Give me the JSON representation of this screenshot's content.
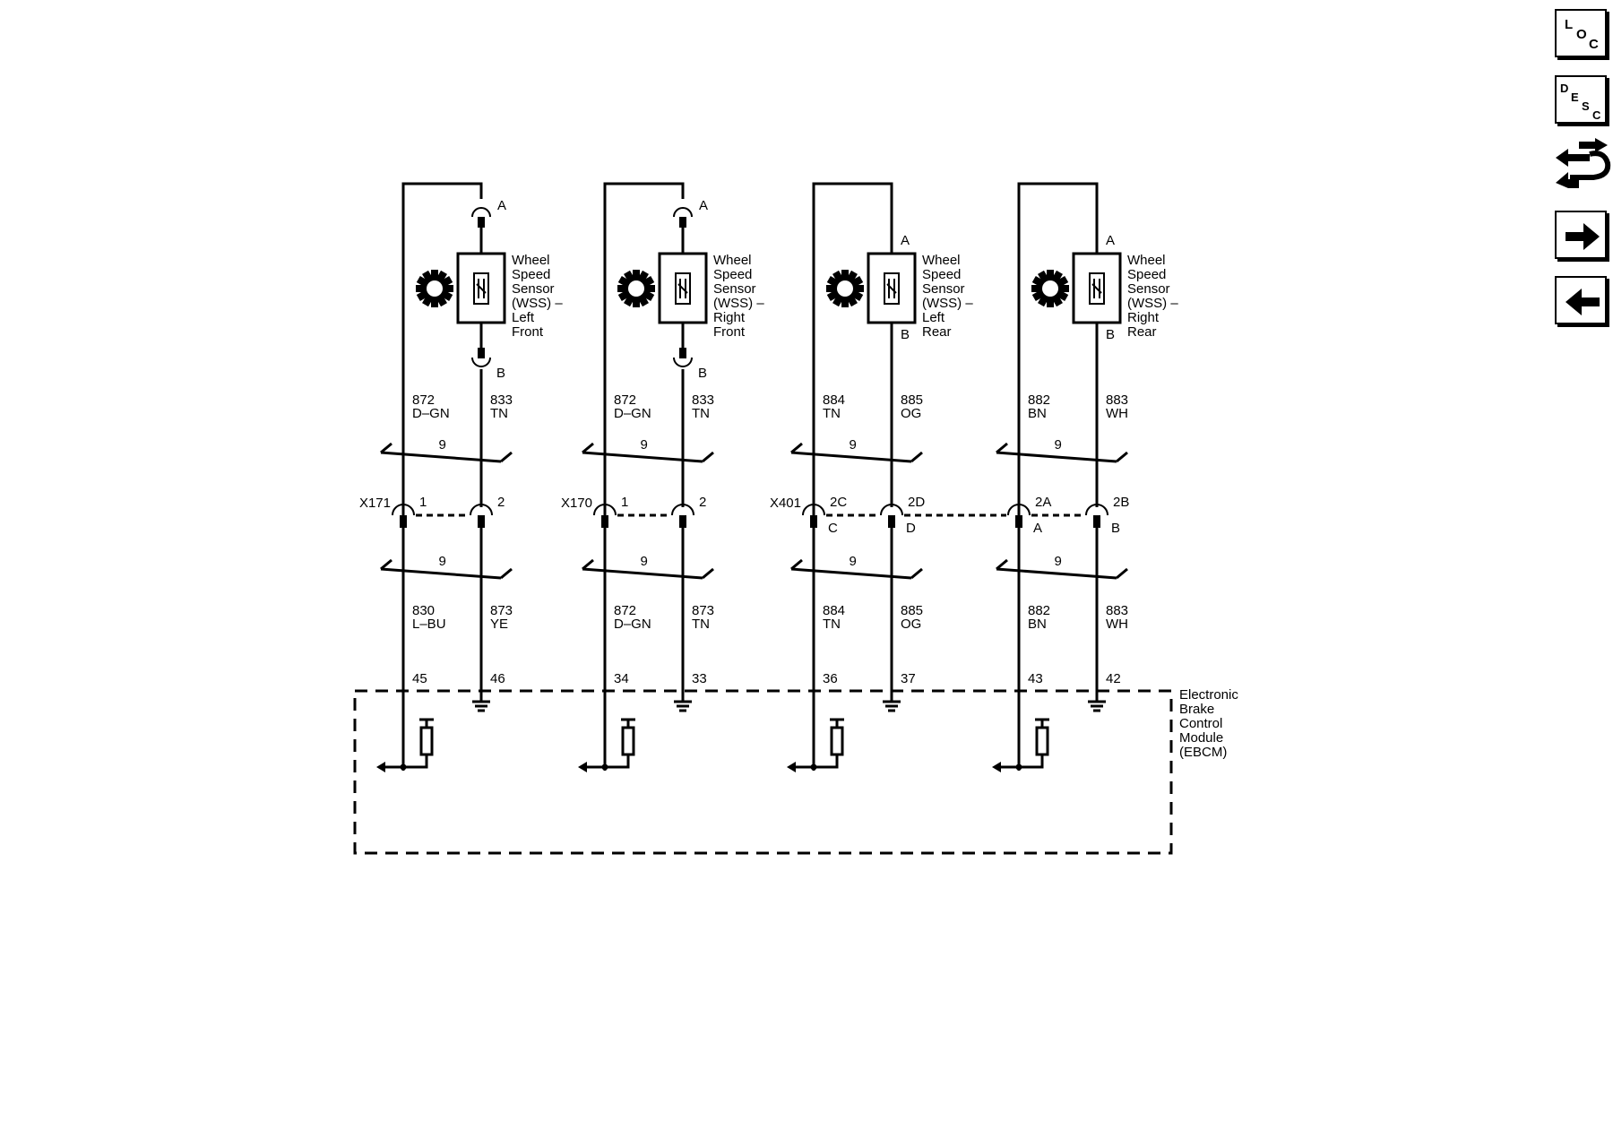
{
  "toolbar": {
    "loc_letters": [
      "L",
      "O",
      "C"
    ],
    "desc_letters": [
      "D",
      "E",
      "S",
      "C"
    ]
  },
  "sensors": [
    {
      "name_lines": [
        "Wheel",
        "Speed",
        "Sensor",
        "(WSS) –",
        "Left",
        "Front"
      ],
      "pin_a": "A",
      "pin_b": "B",
      "upper_wires": [
        {
          "circuit": "872",
          "color": "D–GN"
        },
        {
          "circuit": "833",
          "color": "TN"
        }
      ],
      "bundle_upper": "9",
      "connector": {
        "name": "X171",
        "pins": [
          "1",
          "2"
        ],
        "lower_pins": [
          "",
          ""
        ]
      },
      "bundle_lower": "9",
      "lower_wires": [
        {
          "circuit": "830",
          "color": "L–BU"
        },
        {
          "circuit": "873",
          "color": "YE"
        }
      ],
      "module_pins": [
        "45",
        "46"
      ]
    },
    {
      "name_lines": [
        "Wheel",
        "Speed",
        "Sensor",
        "(WSS) –",
        "Right",
        "Front"
      ],
      "pin_a": "A",
      "pin_b": "B",
      "upper_wires": [
        {
          "circuit": "872",
          "color": "D–GN"
        },
        {
          "circuit": "833",
          "color": "TN"
        }
      ],
      "bundle_upper": "9",
      "connector": {
        "name": "X170",
        "pins": [
          "1",
          "2"
        ],
        "lower_pins": [
          "",
          ""
        ]
      },
      "bundle_lower": "9",
      "lower_wires": [
        {
          "circuit": "872",
          "color": "D–GN"
        },
        {
          "circuit": "873",
          "color": "TN"
        }
      ],
      "module_pins": [
        "34",
        "33"
      ]
    },
    {
      "name_lines": [
        "Wheel",
        "Speed",
        "Sensor",
        "(WSS) –",
        "Left",
        "Rear"
      ],
      "pin_a": "A",
      "pin_b": "B",
      "upper_wires": [
        {
          "circuit": "884",
          "color": "TN"
        },
        {
          "circuit": "885",
          "color": "OG"
        }
      ],
      "bundle_upper": "9",
      "connector": {
        "name": "X401",
        "pins": [
          "2C",
          "2D"
        ],
        "lower_pins": [
          "C",
          "D"
        ]
      },
      "bundle_lower": "9",
      "lower_wires": [
        {
          "circuit": "884",
          "color": "TN"
        },
        {
          "circuit": "885",
          "color": "OG"
        }
      ],
      "module_pins": [
        "36",
        "37"
      ]
    },
    {
      "name_lines": [
        "Wheel",
        "Speed",
        "Sensor",
        "(WSS) –",
        "Right",
        "Rear"
      ],
      "pin_a": "A",
      "pin_b": "B",
      "upper_wires": [
        {
          "circuit": "882",
          "color": "BN"
        },
        {
          "circuit": "883",
          "color": "WH"
        }
      ],
      "bundle_upper": "9",
      "connector": {
        "name": "",
        "pins": [
          "2A",
          "2B"
        ],
        "lower_pins": [
          "A",
          "B"
        ]
      },
      "bundle_lower": "9",
      "lower_wires": [
        {
          "circuit": "882",
          "color": "BN"
        },
        {
          "circuit": "883",
          "color": "WH"
        }
      ],
      "module_pins": [
        "43",
        "42"
      ]
    }
  ],
  "module": {
    "name_lines": [
      "Electronic",
      "Brake",
      "Control",
      "Module",
      "(EBCM)"
    ]
  }
}
